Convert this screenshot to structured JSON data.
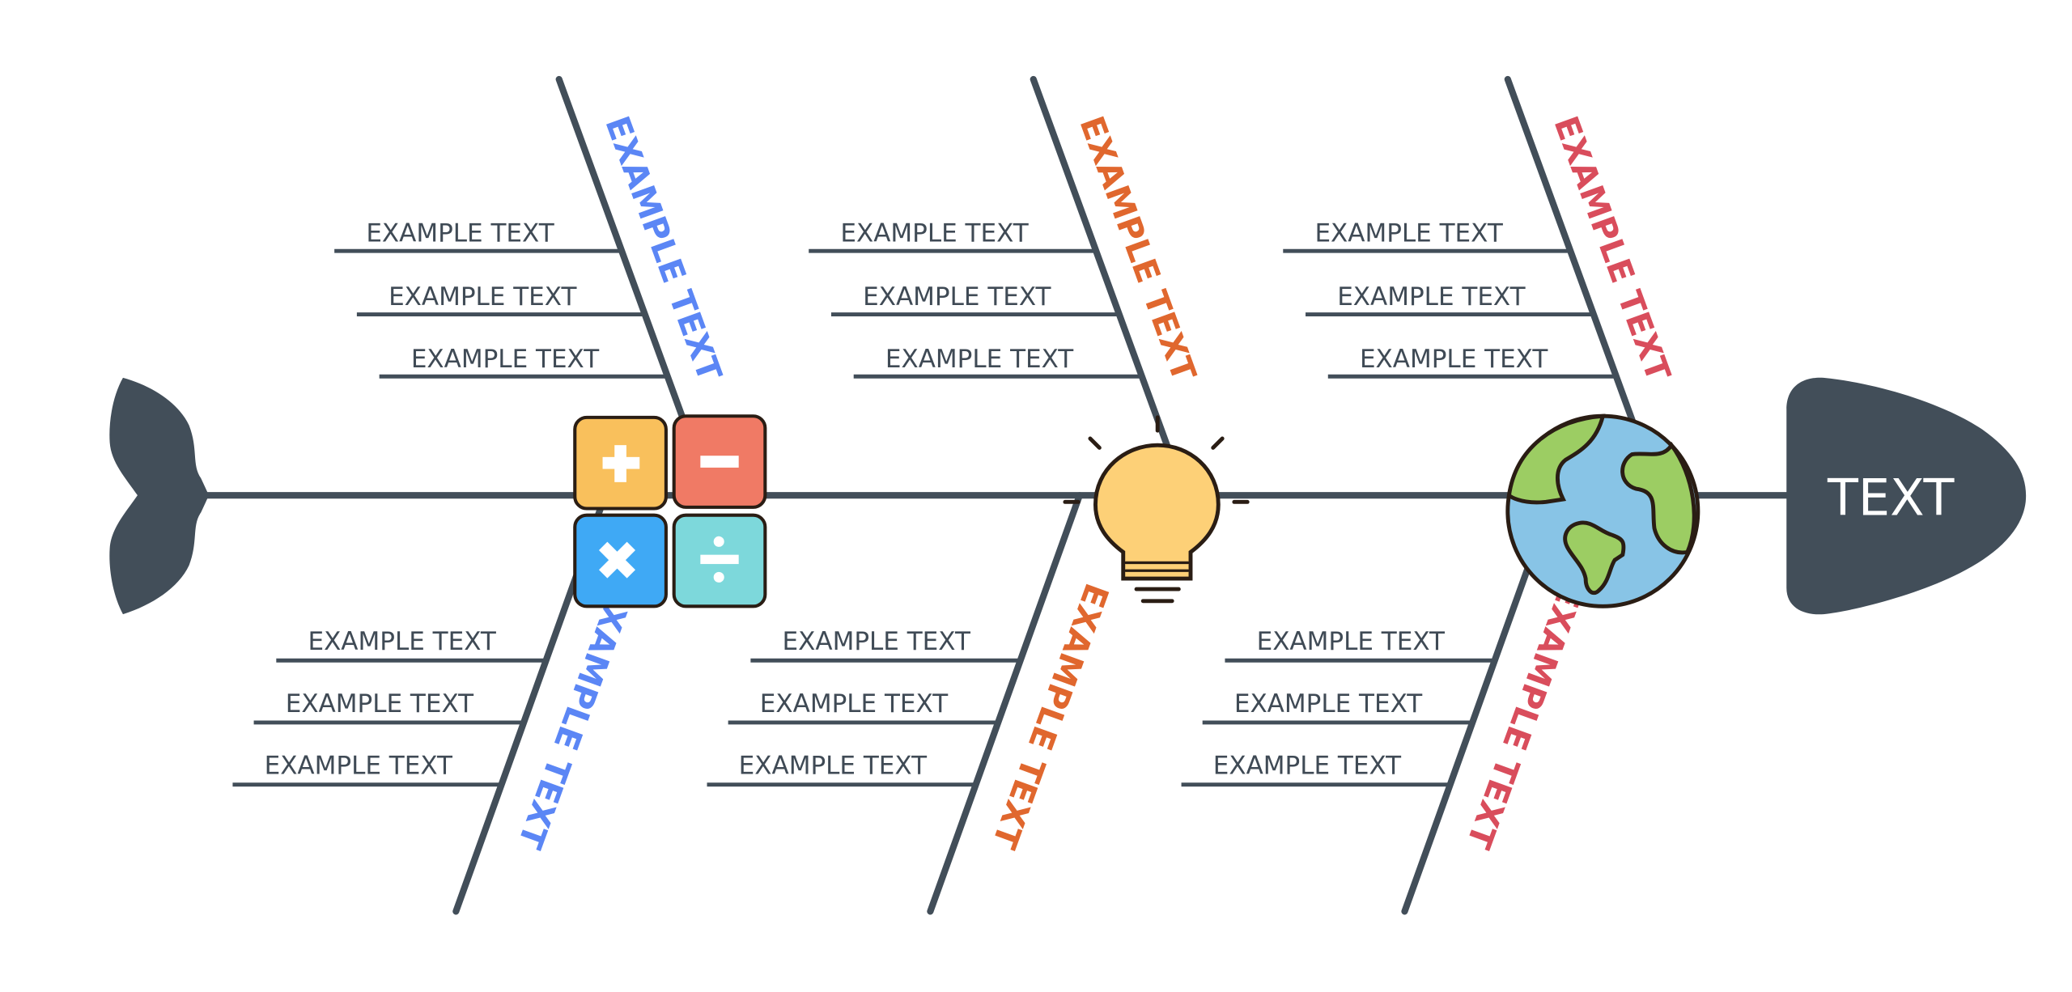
{
  "diagram": {
    "head_label": "TEXT",
    "line_color": "#424e59",
    "categories": [
      {
        "label": "EXAMPLE TEXT",
        "color": "#5b86f5",
        "position": "top",
        "icon": "calculator-icon",
        "causes": [
          "EXAMPLE TEXT",
          "EXAMPLE TEXT",
          "EXAMPLE TEXT"
        ]
      },
      {
        "label": "EXAMPLE TEXT",
        "color": "#5b86f5",
        "position": "bottom",
        "icon": "calculator-icon",
        "causes": [
          "EXAMPLE TEXT",
          "EXAMPLE TEXT",
          "EXAMPLE TEXT"
        ]
      },
      {
        "label": "EXAMPLE TEXT",
        "color": "#e0672e",
        "position": "top",
        "icon": "lightbulb-icon",
        "causes": [
          "EXAMPLE TEXT",
          "EXAMPLE TEXT",
          "EXAMPLE TEXT"
        ]
      },
      {
        "label": "EXAMPLE TEXT",
        "color": "#e0672e",
        "position": "bottom",
        "icon": "lightbulb-icon",
        "causes": [
          "EXAMPLE TEXT",
          "EXAMPLE TEXT",
          "EXAMPLE TEXT"
        ]
      },
      {
        "label": "EXAMPLE TEXT",
        "color": "#d94d5c",
        "position": "top",
        "icon": "globe-icon",
        "causes": [
          "EXAMPLE TEXT",
          "EXAMPLE TEXT",
          "EXAMPLE TEXT"
        ]
      },
      {
        "label": "EXAMPLE TEXT",
        "color": "#d94d5c",
        "position": "bottom",
        "icon": "globe-icon",
        "causes": [
          "EXAMPLE TEXT",
          "EXAMPLE TEXT",
          "EXAMPLE TEXT"
        ]
      }
    ]
  }
}
